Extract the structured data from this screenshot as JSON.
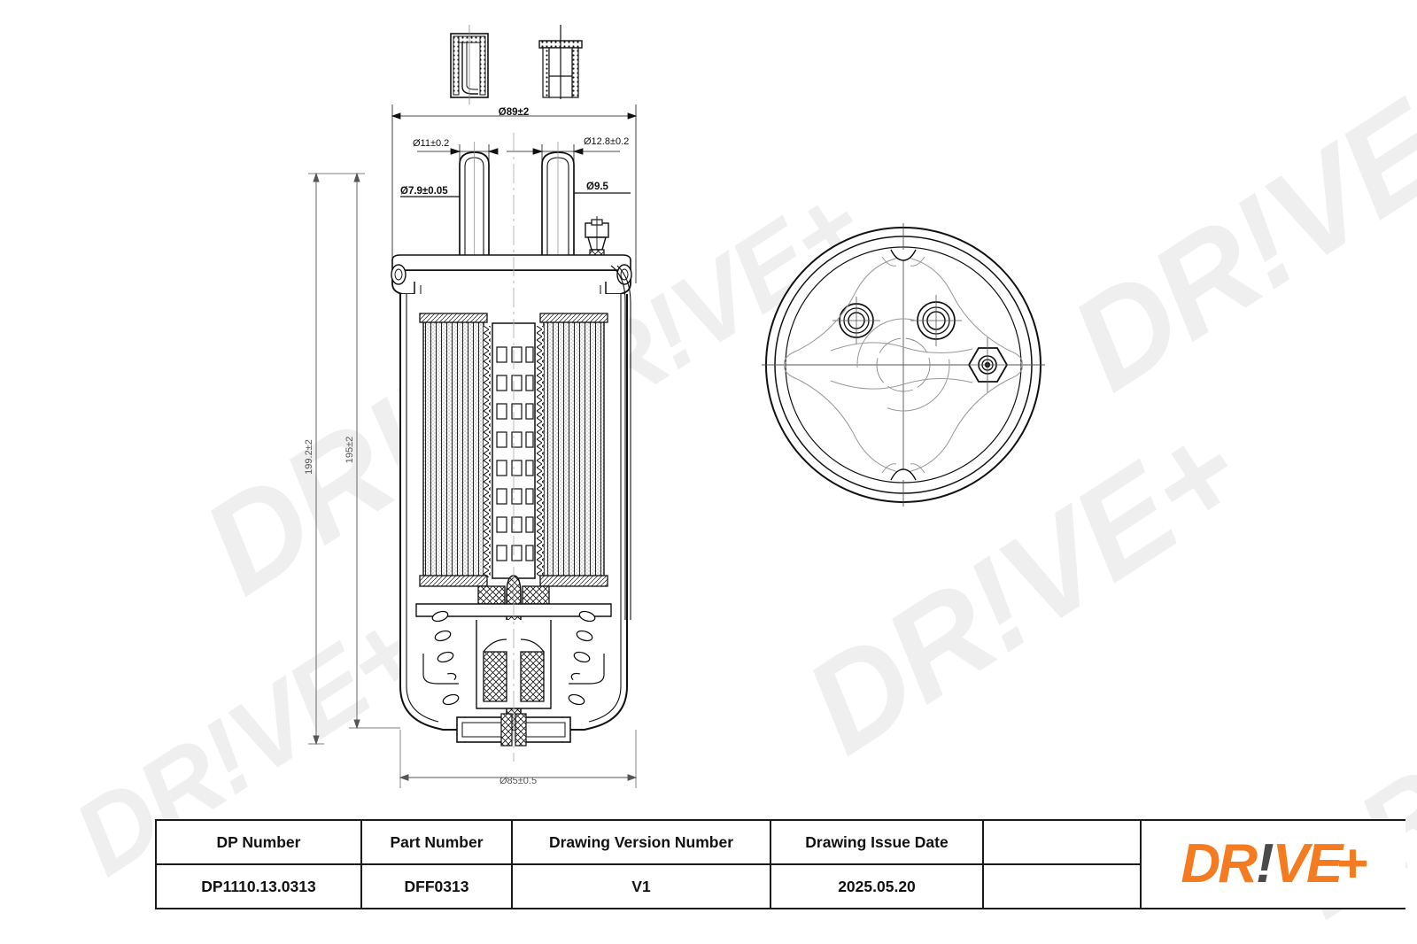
{
  "document": {
    "type": "technical-drawing",
    "subject": "fuel filter cross-section"
  },
  "dimensions": {
    "overall_width": "ø89±2",
    "left_port_outer": "ø11±0.2",
    "right_port_outer": "ø12.8±0.2",
    "left_port_inner": "ø7.9±0.05",
    "right_port_inner": "ø9.5",
    "height_overall": "199.2±2",
    "height_body": "195±2",
    "body_diameter": "ø85±0.5"
  },
  "title_block": {
    "headers": [
      "DP Number",
      "Part Number",
      "Drawing Version Number",
      "Drawing Issue Date"
    ],
    "values": [
      "DP1110.13.0313",
      "DFF0313",
      "V1",
      "2025.05.20"
    ]
  },
  "logo": {
    "part1": "DR",
    "bang": "!",
    "part2": "VE",
    "plus": "+",
    "orange": "#F47B20",
    "gray": "#4a4a4a"
  },
  "watermark": {
    "text": "DR!VE+",
    "color": "#efefef"
  }
}
